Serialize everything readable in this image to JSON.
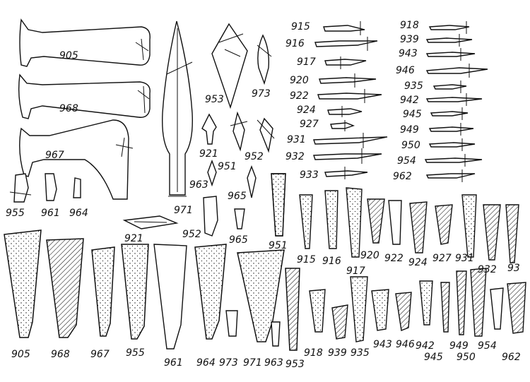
{
  "figure": {
    "labels": {
      "axe_905": "905",
      "axe_968": "968",
      "axe_967": "967",
      "spear_971": "971",
      "head_953": "953",
      "head_973": "973",
      "head_921": "921",
      "head_951": "951",
      "head_952": "952",
      "head_963": "963",
      "head_965": "965",
      "chip_955": "955",
      "chip_961": "961",
      "chip_964": "964",
      "plate_921": "921",
      "tip_952": "952",
      "tip_965": "965",
      "tip_951": "951",
      "knife_915": "915",
      "knife_916": "916",
      "knife_917": "917",
      "knife_920": "920",
      "knife_922": "922",
      "knife_924": "924",
      "knife_927": "927",
      "knife_931": "931",
      "knife_932": "932",
      "knife_933": "933",
      "knife_918": "918",
      "knife_939": "939",
      "knife_943": "943",
      "knife_946": "946",
      "knife_935": "935",
      "knife_942": "942",
      "knife_945": "945",
      "knife_949": "949",
      "knife_950": "950",
      "knife_954": "954",
      "knife_962": "962",
      "sec_915": "915",
      "sec_916": "916",
      "sec_917": "917",
      "sec_920": "920",
      "sec_922": "922",
      "sec_924": "924",
      "sec_927": "927",
      "sec_931": "931",
      "sec_932": "932",
      "sec_933": "93",
      "big_905": "905",
      "big_968": "968",
      "big_967": "967",
      "big_955": "955",
      "big_961": "961",
      "big_964": "964",
      "big_973": "973",
      "big_971": "971",
      "big_963": "963",
      "big_953": "953",
      "small_918": "918",
      "small_939": "939",
      "small_935": "935",
      "small_943": "943",
      "small_946": "946",
      "small_942": "942",
      "small_945": "945",
      "small_949": "949",
      "small_950": "950",
      "small_954": "954",
      "small_962": "962"
    }
  }
}
